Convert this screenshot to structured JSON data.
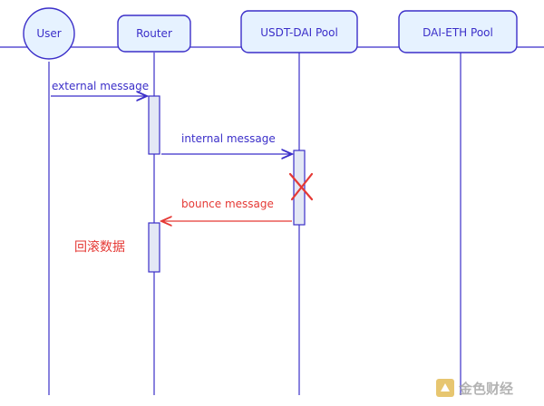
{
  "participants": [
    {
      "id": "user",
      "label": "User"
    },
    {
      "id": "router",
      "label": "Router"
    },
    {
      "id": "usdt_dai",
      "label": "USDT-DAI Pool"
    },
    {
      "id": "dai_eth",
      "label": "DAI-ETH Pool"
    }
  ],
  "messages": {
    "external": "external message",
    "internal": "internal message",
    "bounce": "bounce message"
  },
  "rollback_note": "回滚数据",
  "watermark": "金色财经",
  "colors": {
    "ink": "#3b2fc9",
    "red": "#e53935",
    "activation": "#e3e8f5",
    "actor_fill": "#e6f2ff"
  }
}
